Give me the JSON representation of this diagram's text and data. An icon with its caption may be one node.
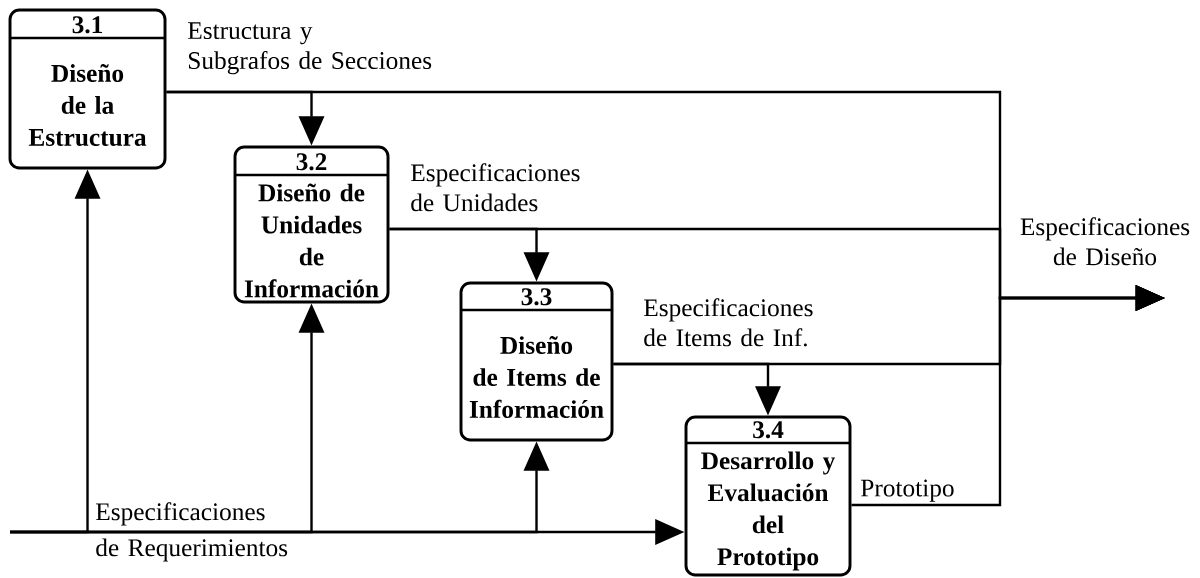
{
  "diagram": {
    "nodes": [
      {
        "text": [
          "3.1",
          "Diseño de la Estructura"
        ]
      },
      {
        "text": [
          "3.2",
          "Diseño de Unidades de Información"
        ]
      },
      {
        "text": [
          "3.3",
          "Diseño de Items de Información"
        ]
      },
      {
        "text": [
          "3.4",
          "Desarrollo y Evaluación del Prototipo"
        ]
      }
    ],
    "edges": [
      {
        "from": null,
        "to": 0,
        "arrow": "to"
      },
      {
        "from": null,
        "to": 1,
        "arrow": "to"
      },
      {
        "from": null,
        "to": 2,
        "arrow": "to"
      },
      {
        "from": null,
        "to": 3,
        "arrow": "to",
        "label": "Especificaciones de Requerimientos"
      },
      {
        "from": 0,
        "to": 1,
        "arrow": "to",
        "label": "Estructura y Subgrafos de Secciones"
      },
      {
        "from": 1,
        "to": 2,
        "arrow": "to",
        "label": "Especificaciones de Unidades"
      },
      {
        "from": 2,
        "to": 3,
        "arrow": "to",
        "label": "Especificaciones de Items de Inf."
      },
      {
        "from": 0,
        "to": null,
        "arrow": "to",
        "label": "Especificaciones de Diseño"
      },
      {
        "from": 1,
        "to": null,
        "arrow": "to"
      },
      {
        "from": 2,
        "to": null,
        "arrow": "to"
      },
      {
        "from": 3,
        "to": null,
        "arrow": "to",
        "label": "Prototipo"
      }
    ]
  }
}
